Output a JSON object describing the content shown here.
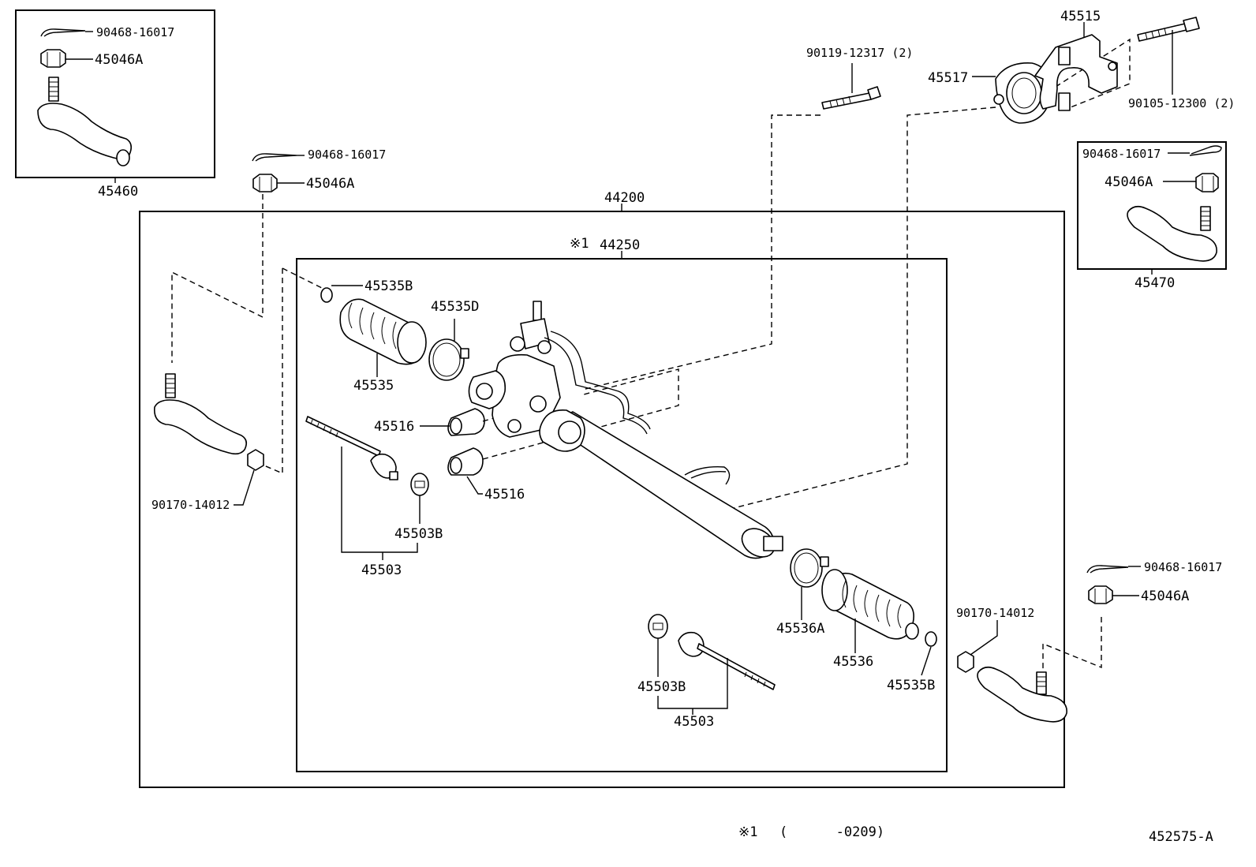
{
  "labels": {
    "tie_rod_end_lh": "45460",
    "tie_rod_end_rh": "45470",
    "cotter_pin": "90468-16017",
    "nut": "45046A",
    "gear_assy": "44200",
    "rack_subassy_mark": "※1",
    "rack_subassy": "44250",
    "boot_clamp": "45535B",
    "boot_clip": "45535D",
    "boot_lh": "45535",
    "boot_rh": "45536",
    "boot_clip_rh": "45536A",
    "bushing": "45516",
    "rack_end": "45503",
    "claw_washer": "45503B",
    "lock_nut": "90170-14012",
    "bolt": "90119-12317 (2)",
    "bracket_cushion": "45517",
    "bracket": "45515",
    "bracket_bolt": "90105-12300 (2)"
  },
  "footnote": {
    "mark": "※1",
    "text": "(      -0209)"
  },
  "diagram_id": "452575-A"
}
